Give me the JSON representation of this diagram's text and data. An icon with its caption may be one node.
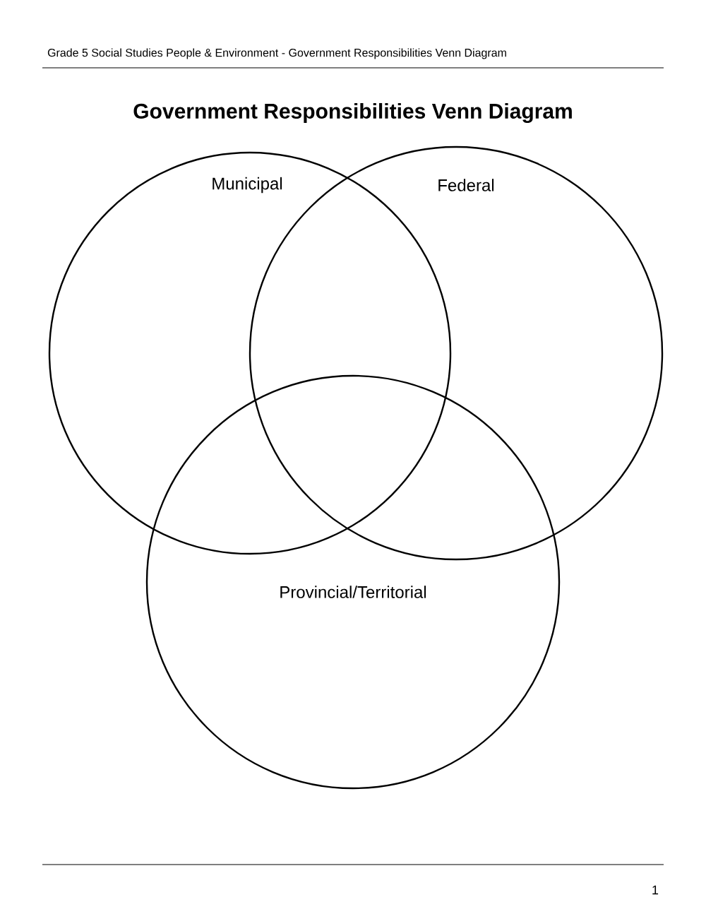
{
  "diagram": {
    "title": "Government Responsibilities Venn Diagram",
    "nodes": [
      {
        "text": [
          "Municipal"
        ]
      },
      {
        "text": [
          "Federal"
        ]
      },
      {
        "text": [
          "Provincial/Territorial"
        ]
      }
    ],
    "labels": [
      "Grade 5 Social Studies People & Environment - Government Responsibilities Venn Diagram",
      "1"
    ]
  }
}
